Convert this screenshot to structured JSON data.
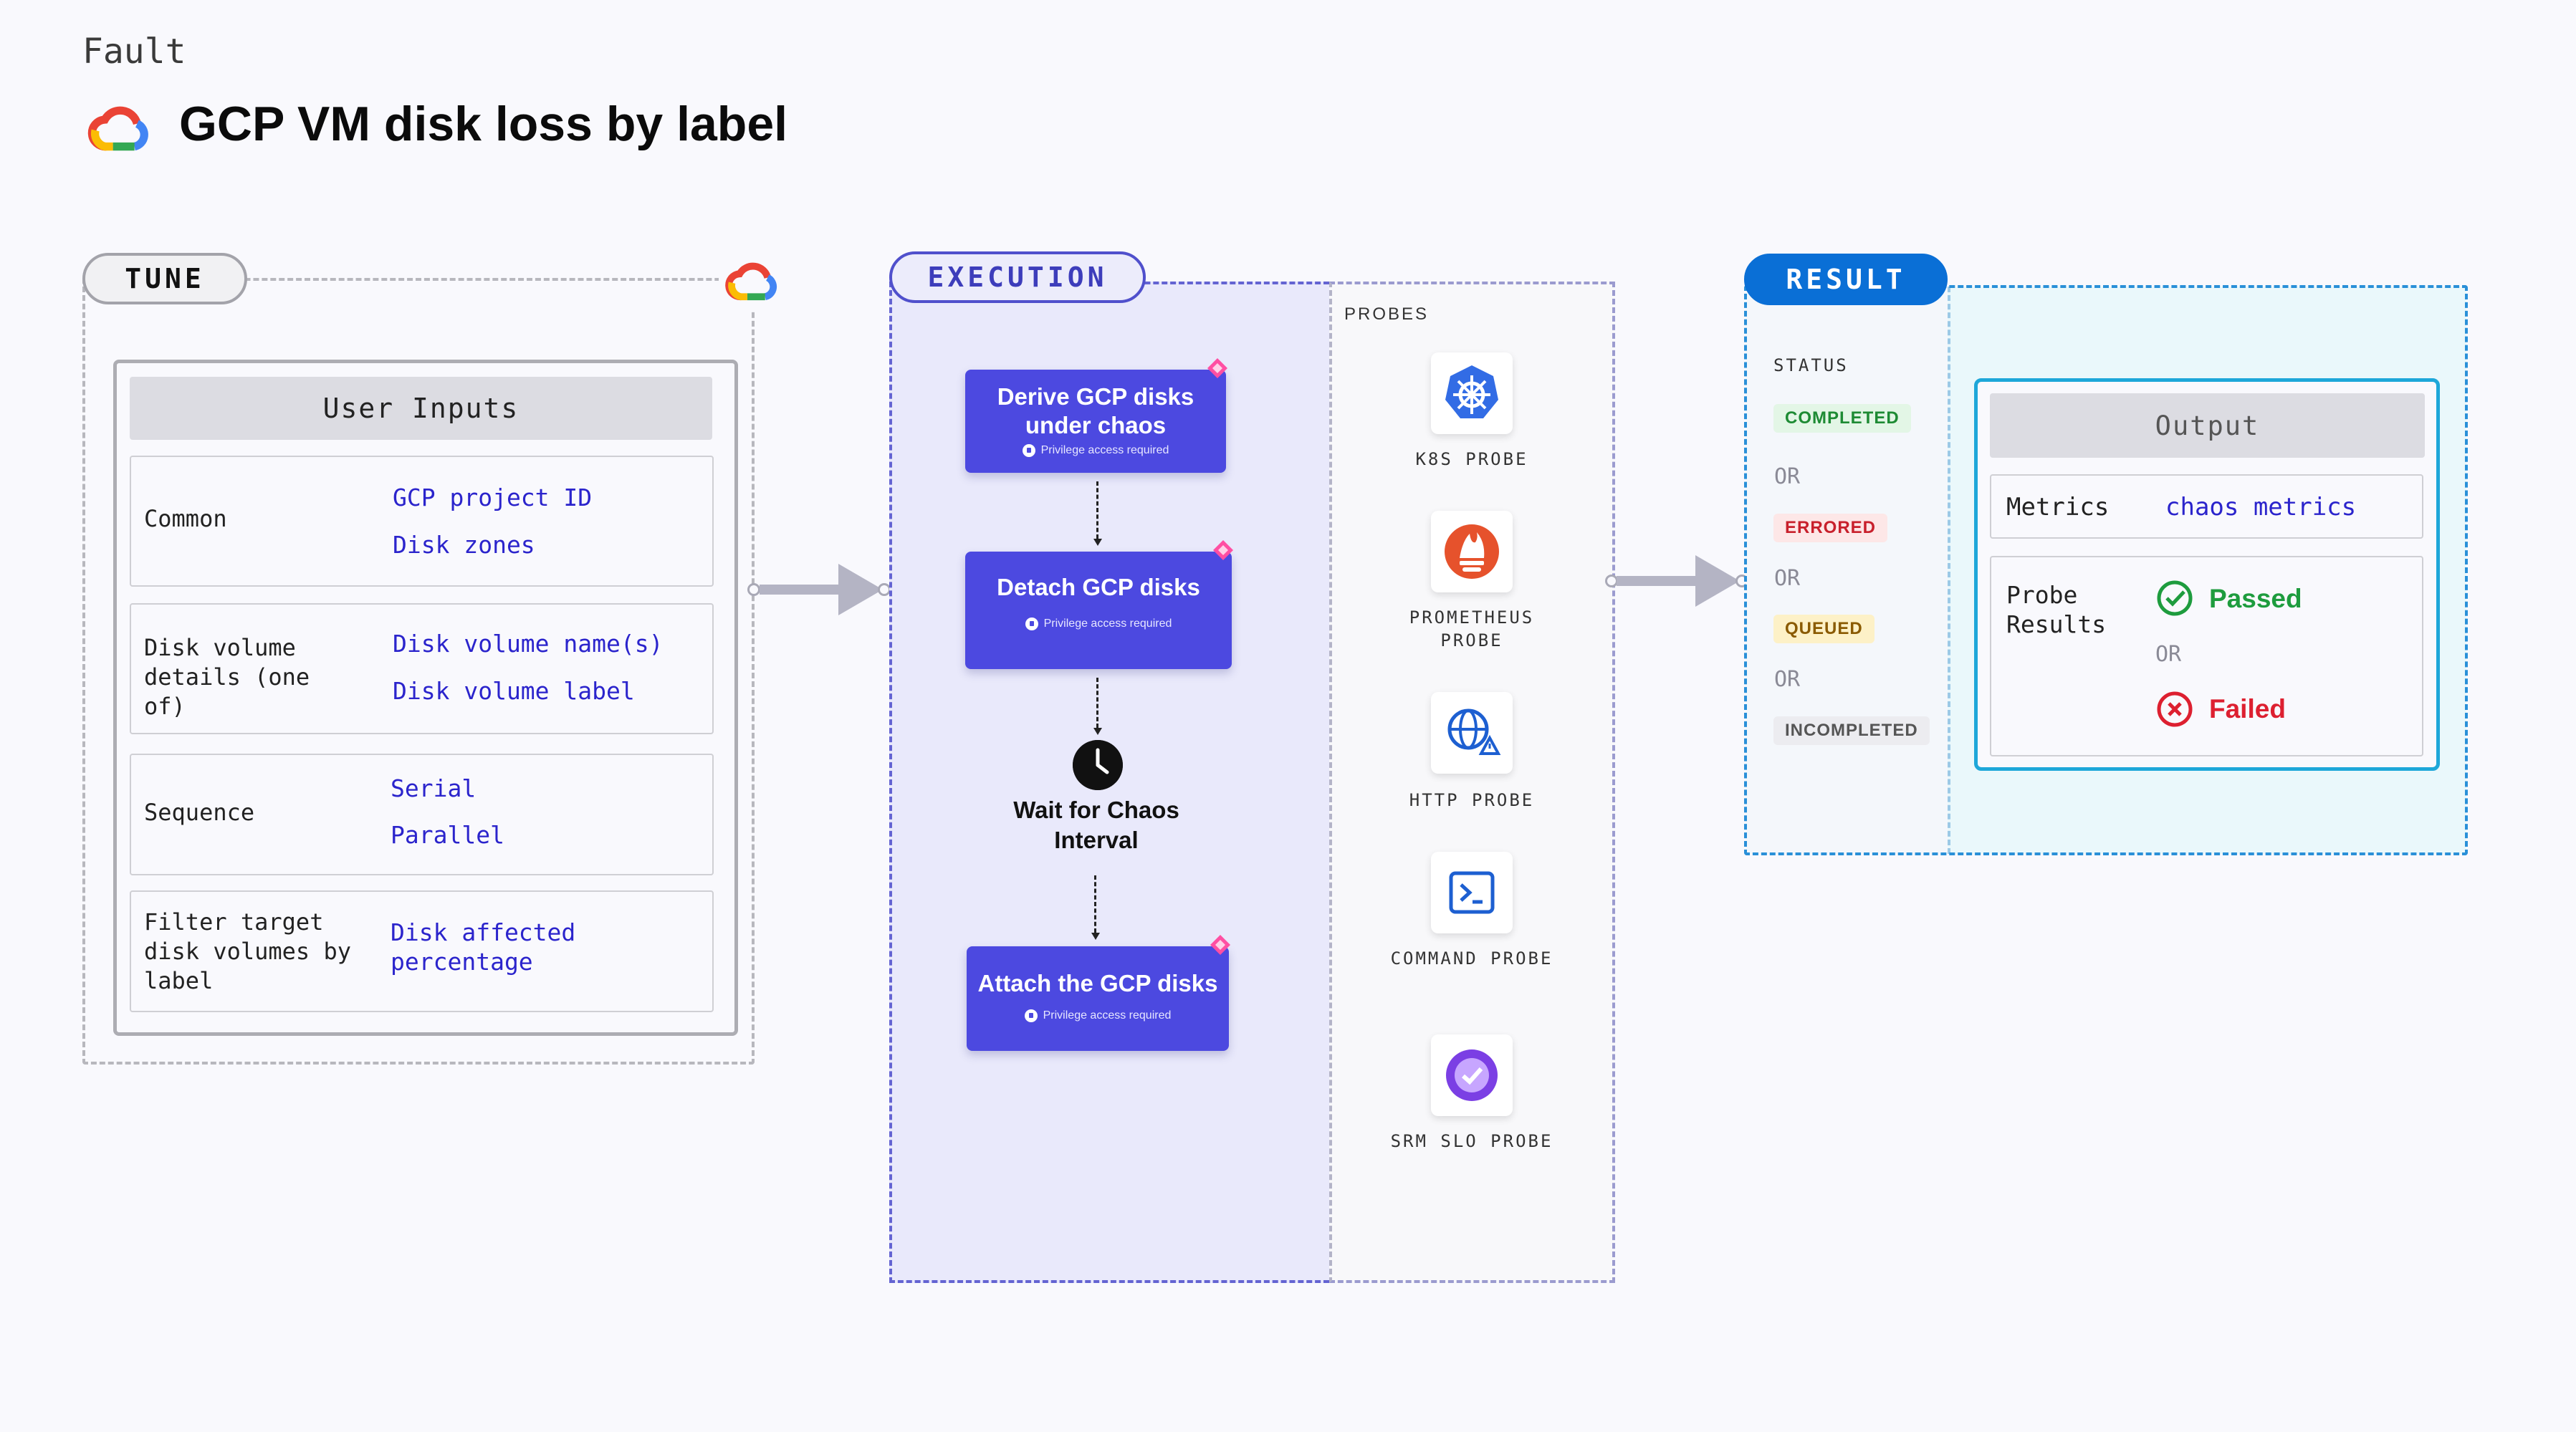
{
  "header": {
    "kicker": "Fault",
    "title": "GCP VM disk loss by label",
    "logo_icon": "gcp-cloud-icon"
  },
  "tune": {
    "label": "TUNE",
    "panel_title": "User Inputs",
    "rows": [
      {
        "key": "Common",
        "values": [
          "GCP project ID",
          "Disk zones"
        ]
      },
      {
        "key": "Disk volume details (one of)",
        "values": [
          "Disk volume name(s)",
          "Disk volume label"
        ]
      },
      {
        "key": "Sequence",
        "values": [
          "Serial",
          "Parallel"
        ]
      },
      {
        "key": "Filter target disk volumes by label",
        "values": [
          "Disk affected percentage"
        ]
      }
    ]
  },
  "execution": {
    "label": "EXECUTION",
    "steps": [
      {
        "title": "Derive GCP disks under chaos",
        "note": "Privilege access required"
      },
      {
        "title": "Detach GCP disks",
        "note": "Privilege access required"
      },
      {
        "title": "Attach the GCP disks",
        "note": "Privilege access required"
      }
    ],
    "wait": "Wait for Chaos Interval",
    "probes_label": "PROBES",
    "probes": [
      {
        "name": "K8S PROBE",
        "icon": "kubernetes-icon"
      },
      {
        "name": "PROMETHEUS PROBE",
        "icon": "prometheus-icon"
      },
      {
        "name": "HTTP PROBE",
        "icon": "http-globe-icon"
      },
      {
        "name": "COMMAND PROBE",
        "icon": "terminal-icon"
      },
      {
        "name": "SRM SLO PROBE",
        "icon": "slo-icon"
      }
    ]
  },
  "result": {
    "label": "RESULT",
    "status_label": "STATUS",
    "statuses": [
      "COMPLETED",
      "ERRORED",
      "QUEUED",
      "INCOMPLETED"
    ],
    "or_text": "OR",
    "output_title": "Output",
    "metrics_key": "Metrics",
    "metrics_value": "chaos metrics",
    "probe_results_key": "Probe Results",
    "passed": "Passed",
    "failed": "Failed"
  },
  "colors": {
    "execution_step": "#4c49e0",
    "result_accent": "#0a6fd6",
    "passed": "#1e9c3e",
    "failed": "#dd2030",
    "input_value": "#2b24cc"
  }
}
